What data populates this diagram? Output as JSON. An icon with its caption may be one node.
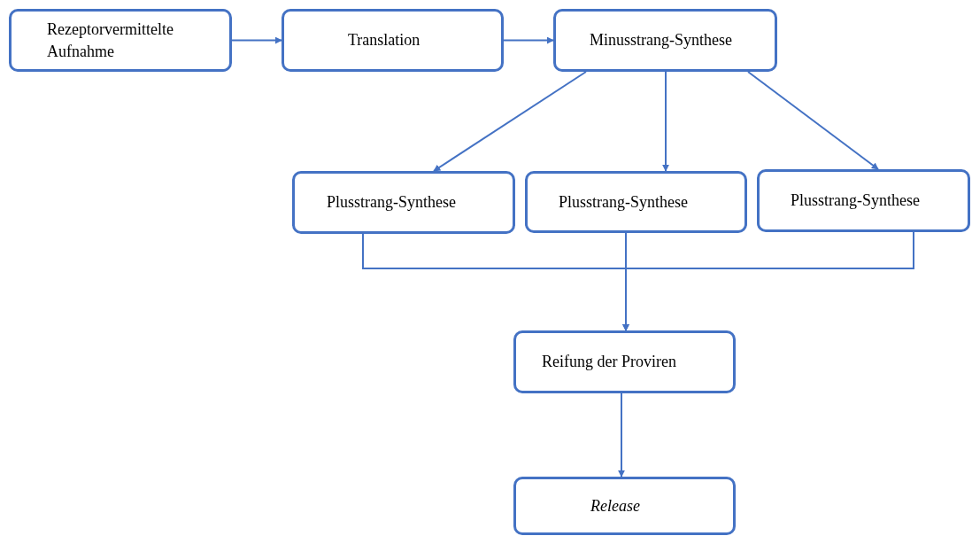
{
  "diagram": {
    "nodes": [
      {
        "text": [
          "Rezeptorvermittelte Aufnahme"
        ]
      },
      {
        "text": [
          "Translation"
        ]
      },
      {
        "text": [
          "Minusstrang-Synthese"
        ]
      },
      {
        "text": [
          "Plusstrang-Synthese"
        ]
      },
      {
        "text": [
          "Plusstrang-Synthese"
        ]
      },
      {
        "text": [
          "Plusstrang-Synthese"
        ]
      },
      {
        "text": [
          "Reifung der Proviren"
        ]
      },
      {
        "text": [
          "Release"
        ]
      }
    ],
    "edges": [
      {
        "from": 0,
        "to": 1,
        "arrow": "to"
      },
      {
        "from": 1,
        "to": 2,
        "arrow": "to"
      },
      {
        "from": 2,
        "to": 3,
        "arrow": "to"
      },
      {
        "from": 2,
        "to": 4,
        "arrow": "to"
      },
      {
        "from": 2,
        "to": 5,
        "arrow": "to"
      },
      {
        "from": 3,
        "to": 6,
        "arrow": "to"
      },
      {
        "from": 4,
        "to": 6,
        "arrow": "to"
      },
      {
        "from": 5,
        "to": 6,
        "arrow": "to"
      },
      {
        "from": 6,
        "to": 7,
        "arrow": "to"
      }
    ]
  }
}
